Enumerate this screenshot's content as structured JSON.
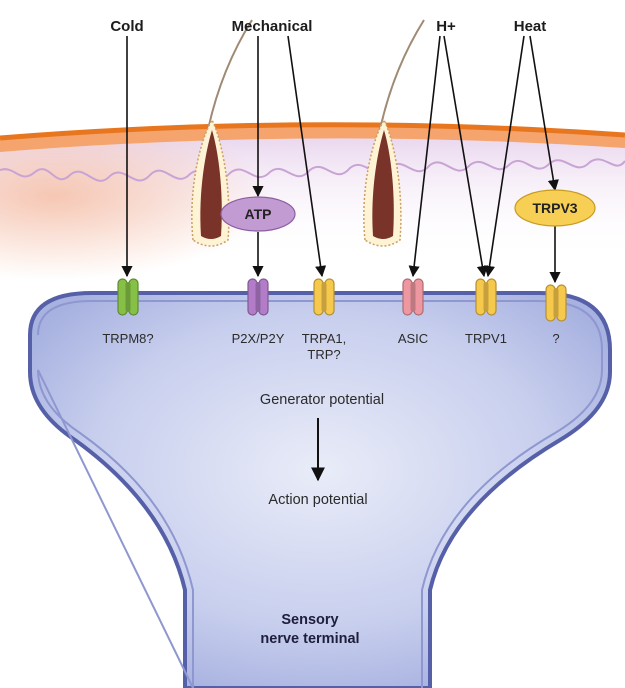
{
  "stimuli": {
    "cold": "Cold",
    "mechanical": "Mechanical",
    "hplus": "H+",
    "heat": "Heat"
  },
  "mediators": {
    "atp": "ATP",
    "trpv3": "TRPV3"
  },
  "channels": [
    {
      "id": "trpm8",
      "label": "TRPM8?",
      "color": "#86c046"
    },
    {
      "id": "p2x",
      "label": "P2X/P2Y",
      "color": "#b27cc9"
    },
    {
      "id": "trpa1",
      "label": "TRPA1,\nTRP?",
      "color": "#f6c84c"
    },
    {
      "id": "asic",
      "label": "ASIC",
      "color": "#ee97a0"
    },
    {
      "id": "trpv1",
      "label": "TRPV1",
      "color": "#f6c84c"
    },
    {
      "id": "unknown",
      "label": "?",
      "color": "#f6c84c"
    }
  ],
  "process": {
    "generator": "Generator potential",
    "action": "Action potential"
  },
  "terminal": {
    "line1": "Sensory",
    "line2": "nerve terminal"
  },
  "colors": {
    "skin_surface": "#e8761f",
    "membrane": "#5560a8",
    "terminal_fill": "#c5cdec",
    "mediator_atp": "#c39bd3",
    "mediator_trpv3": "#f7cf55"
  }
}
